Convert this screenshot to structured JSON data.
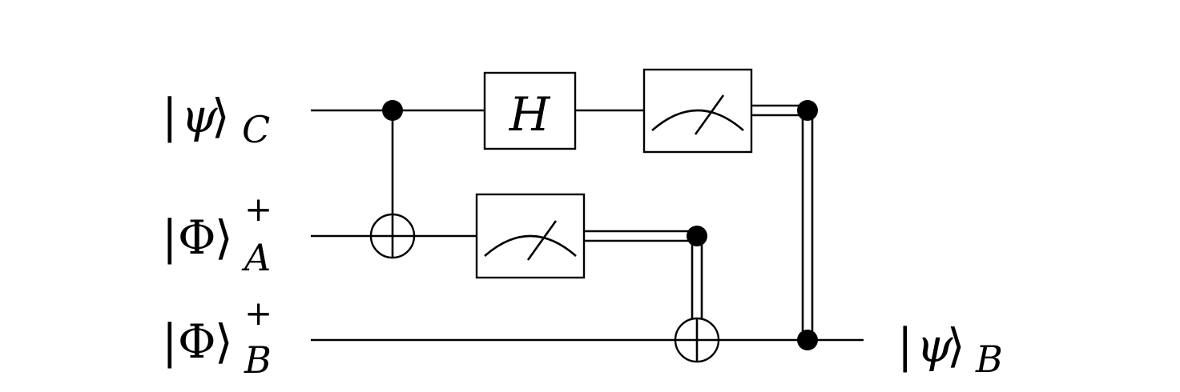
{
  "circuit": {
    "inputs": [
      {
        "bracket_open": "|",
        "symbol": "ψ",
        "bracket_close": "⟩",
        "subscript": "C",
        "superscript": ""
      },
      {
        "bracket_open": "|",
        "symbol": "Φ",
        "bracket_close": "⟩",
        "subscript": "A",
        "superscript": "+"
      },
      {
        "bracket_open": "|",
        "symbol": "Φ",
        "bracket_close": "⟩",
        "subscript": "B",
        "superscript": "+"
      }
    ],
    "output": {
      "bracket_open": "|",
      "symbol": "ψ",
      "bracket_close": "⟩",
      "subscript": "B"
    },
    "gates": {
      "hadamard_label": "H"
    }
  }
}
